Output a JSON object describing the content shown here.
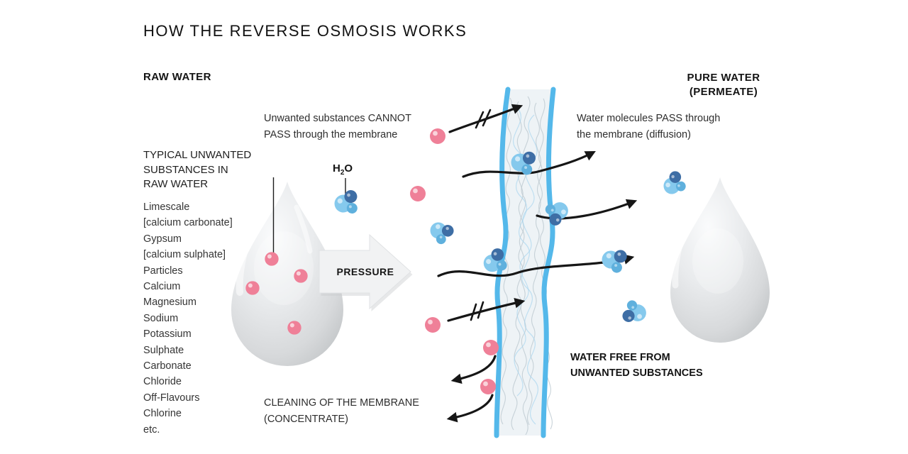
{
  "title": "HOW THE REVERSE OSMOSIS WORKS",
  "raw_water": {
    "label": "RAW WATER",
    "substances_heading_lines": [
      "TYPICAL UNWANTED",
      "SUBSTANCES IN",
      "RAW WATER"
    ],
    "substances": [
      "Limescale",
      "[calcium carbonate]",
      "Gypsum",
      "[calcium sulphate]",
      "Particles",
      "Calcium",
      "Magnesium",
      "Sodium",
      "Potassium",
      "Sulphate",
      "Carbonate",
      "Chloride",
      "Off-Flavours",
      "Chlorine",
      "etc."
    ]
  },
  "pure_water": {
    "label_lines": [
      "PURE WATER",
      "(PERMEATE)"
    ]
  },
  "membrane": {
    "cannot_pass_lines": [
      "Unwanted substances CANNOT",
      "PASS through the membrane"
    ],
    "pass_through_lines": [
      "Water molecules PASS through",
      "the membrane (diffusion)"
    ],
    "water_free_lines": [
      "WATER FREE FROM",
      "UNWANTED SUBSTANCES"
    ],
    "cleaning_lines": [
      "CLEANING OF THE MEMBRANE",
      "(CONCENTRATE)"
    ]
  },
  "labels": {
    "pressure": "PRESSURE",
    "h2o_prefix": "H",
    "h2o_sub": "2",
    "h2o_suffix": "O"
  },
  "colors": {
    "substance_pink": "#ef8098",
    "molecule_light_blue": "#85c9ed",
    "molecule_mid_blue": "#5fb0dd",
    "molecule_dark_blue": "#3e6ea5",
    "membrane_blue": "#54b8ea",
    "droplet_gray": "#d9dbdd",
    "arrow_black": "#161616"
  }
}
